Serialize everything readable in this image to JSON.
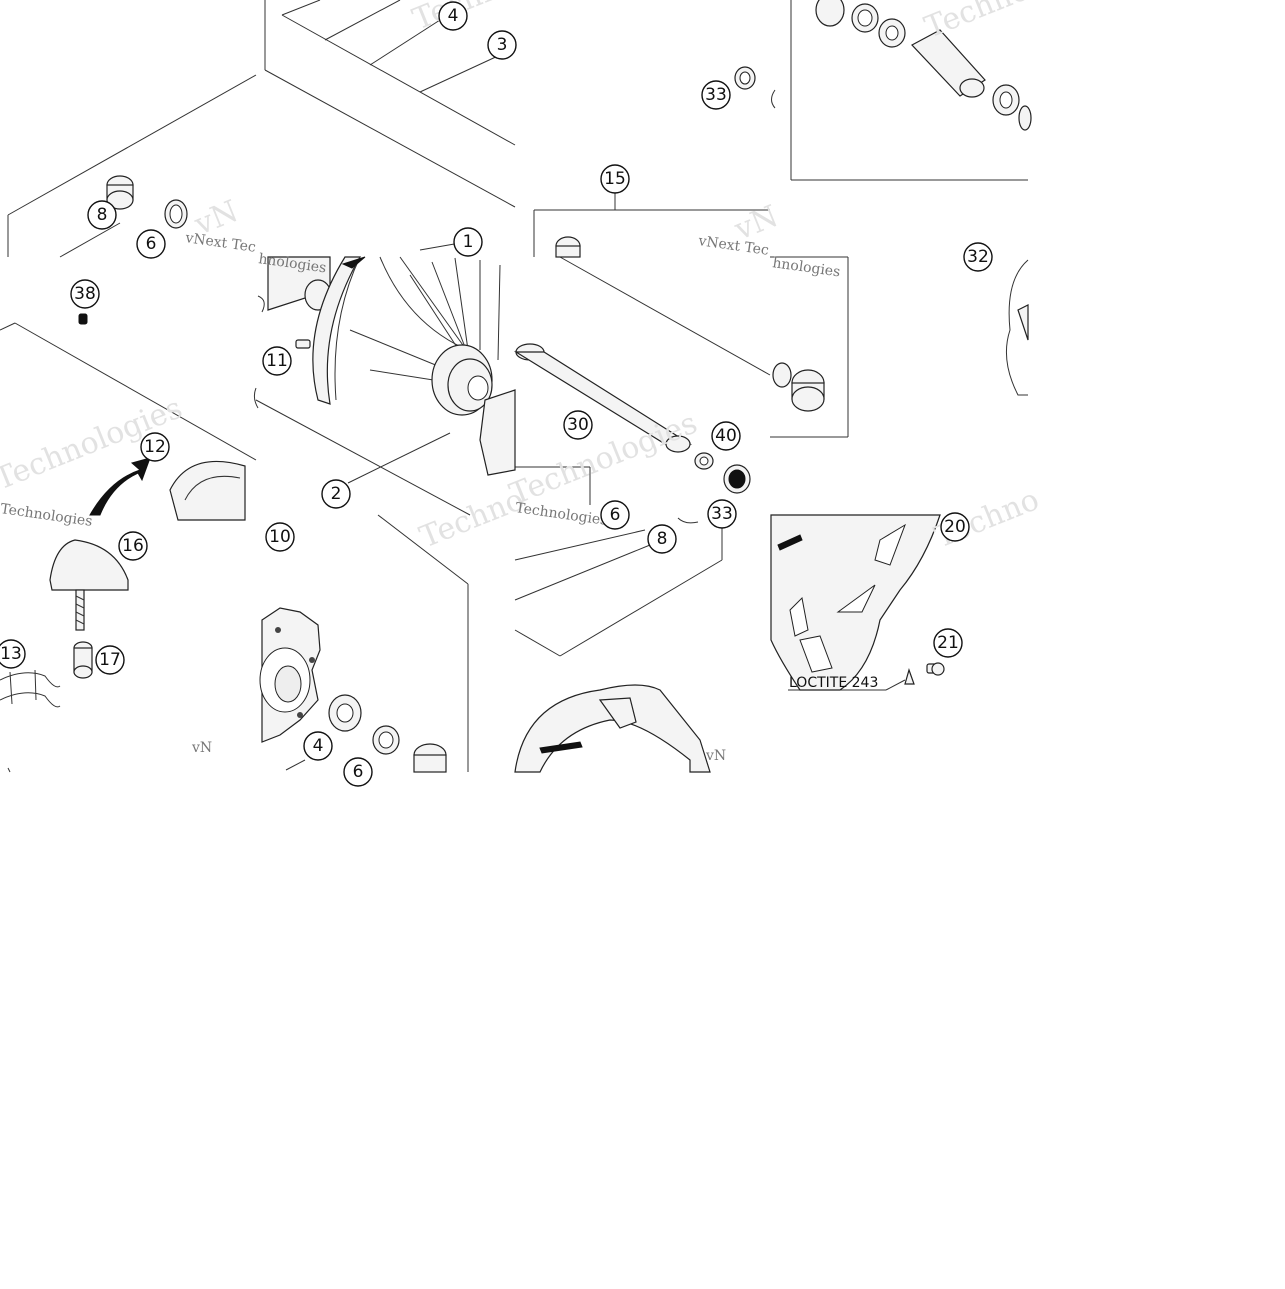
{
  "watermarks": {
    "brand_short": "Techno",
    "brand_line1": "vNext Tec",
    "brand_line2": "hnologies",
    "brand_full": "vNext Technologies",
    "brand_word": "Technologies",
    "brand_vn": "vN"
  },
  "note": "LOCTITE 243",
  "callouts": [
    "1",
    "2",
    "3",
    "4",
    "4",
    "6",
    "6",
    "6",
    "8",
    "8",
    "10",
    "11",
    "12",
    "13",
    "15",
    "16",
    "17",
    "20",
    "21",
    "30",
    "32",
    "33",
    "33",
    "38",
    "40"
  ]
}
